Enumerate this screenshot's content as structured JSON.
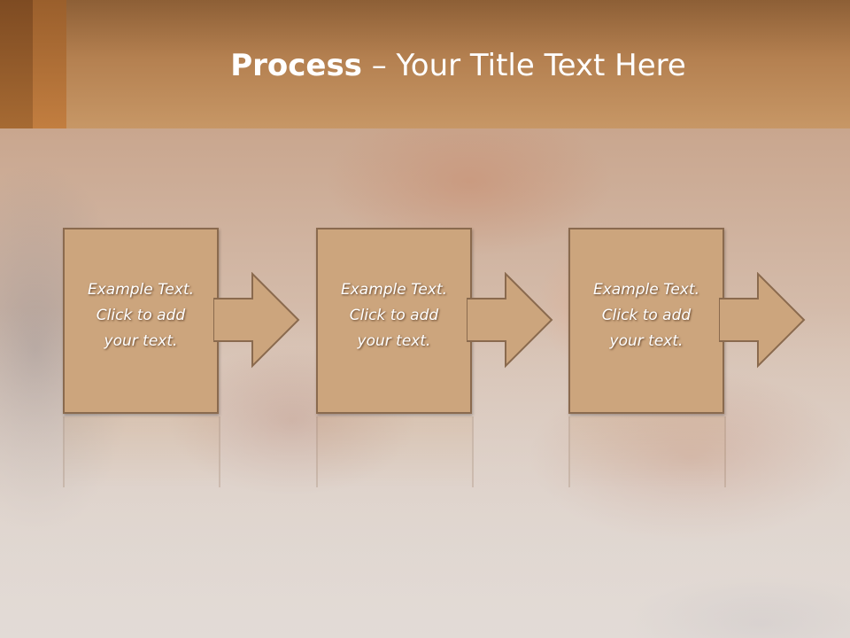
{
  "slide": {
    "title_bold": "Process",
    "title_rest": " – Your Title Text Here"
  },
  "steps": [
    {
      "text": "Example Text.\nClick  to add\nyour text."
    },
    {
      "text": "Example Text.\nClick  to add\nyour text."
    },
    {
      "text": "Example Text.\nClick  to add\nyour text."
    }
  ],
  "colors": {
    "title_bar": "#b48050",
    "box_fill": "#cca57d",
    "box_border": "#8a6a4e",
    "text": "#ffffff"
  }
}
